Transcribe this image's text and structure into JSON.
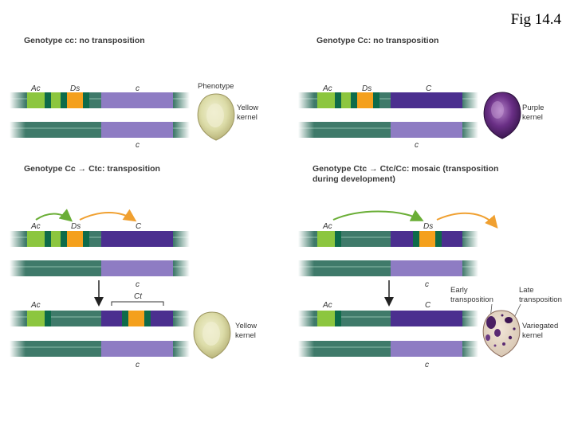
{
  "figure_label": "Fig 14.4",
  "panels": {
    "top_left": {
      "title": "Genotype cc: no transposition",
      "phenotype_label": "Phenotype",
      "upper_genes": [
        "Ac",
        "Ds",
        "c"
      ],
      "lower_gene": "c",
      "kernel": [
        "Yellow",
        "kernel"
      ]
    },
    "top_right": {
      "title": "Genotype Cc: no transposition",
      "upper_genes": [
        "Ac",
        "Ds",
        "C"
      ],
      "lower_gene": "c",
      "kernel": [
        "Purple",
        "kernel"
      ]
    },
    "bottom_left": {
      "title": "Genotype Cc → Ctc: transposition",
      "before_genes": [
        "Ac",
        "Ds",
        "C"
      ],
      "before_lower": "c",
      "after_top_genes": [
        "Ac",
        "Ct"
      ],
      "after_lower": "c",
      "kernel": [
        "Yellow",
        "kernel"
      ]
    },
    "bottom_right": {
      "title_line1": "Genotype Ctc → Ctc/Cc: mosaic (transposition",
      "title_line2": "during development)",
      "before_genes": [
        "Ac",
        "Ds"
      ],
      "before_lower": "c",
      "after_top_genes": [
        "Ac",
        "C"
      ],
      "after_lower": "c",
      "early_label": [
        "Early",
        "transposition"
      ],
      "late_label": [
        "Late",
        "transposition"
      ],
      "kernel": [
        "Variegated",
        "kernel"
      ]
    }
  },
  "colors": {
    "chromosome": "#3f7a6a",
    "light_green": "#8cc63f",
    "dark_green": "#0e6b4a",
    "orange": "#f4a01c",
    "c_recessive": "#8e7cc3",
    "c_dominant": "#4b2f8f",
    "arrow_green": "#6aae36",
    "arrow_orange": "#f0a030"
  }
}
